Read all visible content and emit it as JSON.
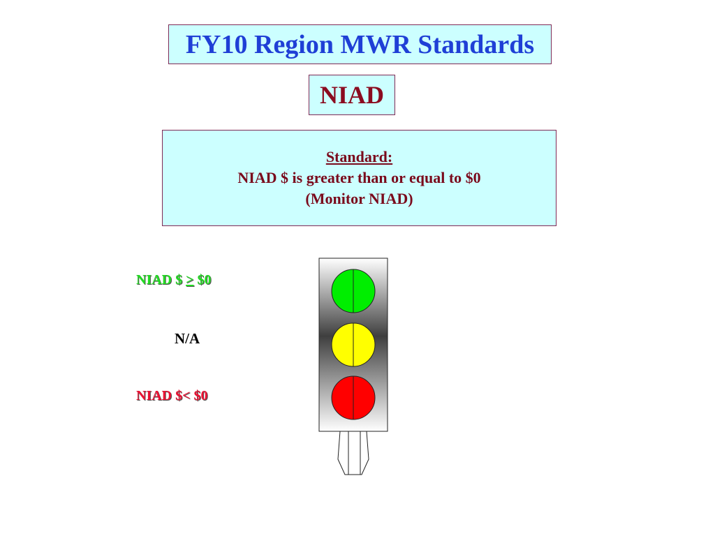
{
  "header": {
    "title": "FY10 Region MWR Standards",
    "subtitle": "NIAD"
  },
  "standard": {
    "heading": "Standard:",
    "line1": "NIAD $ is greater than or equal to $0",
    "line2": "(Monitor NIAD)"
  },
  "legend": {
    "green_prefix": "NIAD $ ",
    "green_symbol": ">",
    "green_suffix": " $0",
    "yellow": "N/A",
    "red": "NIAD $< $0"
  },
  "colors": {
    "title": "#1f3fd6",
    "subtitle": "#8b0b20",
    "box_fill": "#ccffff",
    "box_border": "#7f2a55",
    "light_green": "#00ee00",
    "light_yellow": "#ffff00",
    "light_red": "#ff0000"
  }
}
